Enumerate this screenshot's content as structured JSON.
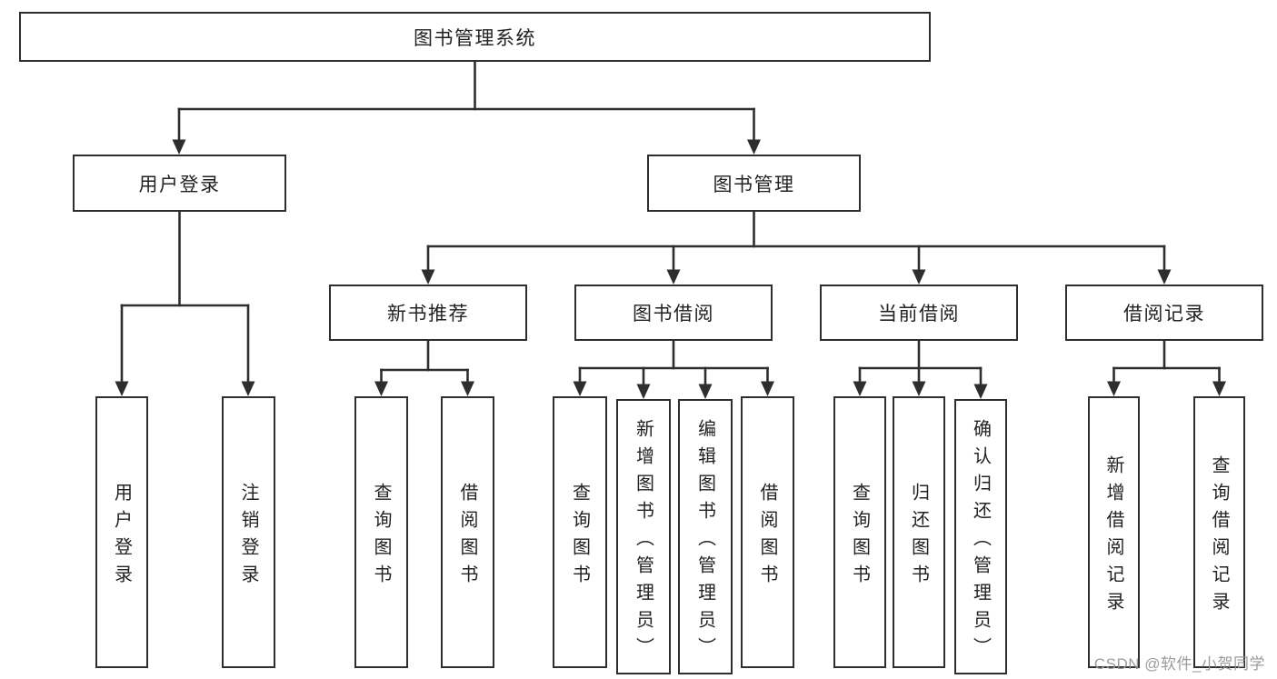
{
  "tree": {
    "root": "图书管理系统",
    "branches": [
      {
        "label": "用户登录",
        "leaves": [
          "用户登录",
          "注销登录"
        ]
      },
      {
        "label": "图书管理",
        "groups": [
          {
            "label": "新书推荐",
            "leaves": [
              "查询图书",
              "借阅图书"
            ]
          },
          {
            "label": "图书借阅",
            "leaves": [
              "查询图书",
              "新增图书（管理员）",
              "编辑图书（管理员）",
              "借阅图书"
            ]
          },
          {
            "label": "当前借阅",
            "leaves": [
              "查询图书",
              "归还图书",
              "确认归还（管理员）"
            ]
          },
          {
            "label": "借阅记录",
            "leaves": [
              "新增借阅记录",
              "查询借阅记录"
            ]
          }
        ]
      }
    ]
  },
  "watermark": {
    "text": "CSDN @软件_小贺同学"
  },
  "colors": {
    "line": "#2e2e2e",
    "box_border": "#2e2e2e",
    "text": "#222222",
    "watermark": "#969696",
    "background": "#ffffff"
  }
}
